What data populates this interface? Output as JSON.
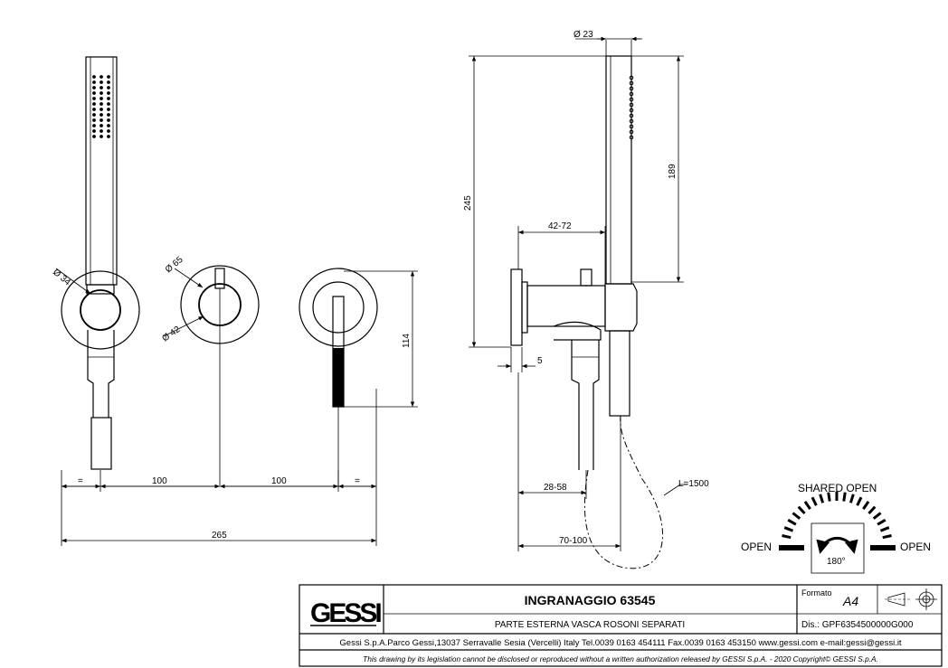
{
  "drawing": {
    "dims_front": {
      "phi_hand": "Ø 34",
      "phi_rosette": "Ø 65",
      "phi_knob": "Ø 42",
      "eq_left": "=",
      "spacing_1": "100",
      "spacing_2": "100",
      "eq_right": "=",
      "total_width": "265",
      "height_114": "114"
    },
    "dims_side": {
      "phi_23": "Ø 23",
      "height_245": "245",
      "height_189": "189",
      "depth_42_72": "42-72",
      "wall_5": "5",
      "depth_28_58": "28-58",
      "depth_70_100": "70-100",
      "hose_length": "L=1500"
    },
    "modes": {
      "shared_open": "SHARED OPEN",
      "open_left": "OPEN",
      "open_right": "OPEN",
      "rotation": "180°"
    }
  },
  "title_block": {
    "logo": "GESSI",
    "title": "INGRANAGGIO 63545",
    "subtitle": "PARTE ESTERNA VASCA ROSONI SEPARATI",
    "format_label": "Formato",
    "format_value": "A4",
    "drawing_number": "Dis.: GPF6354500000G000",
    "address": "Gessi S.p.A.Parco Gessi,13037 Serravalle Sesia (Vercelli) Italy Tel.0039 0163 454111 Fax.0039 0163 453150 www.gessi.com e-mail:gessi@gessi.it",
    "legal": "This drawing by its legislation cannot be disclosed or reproduced without a written authorization released by GESSI S.p.A. - 2020 Copyright© GESSI S.p.A."
  }
}
